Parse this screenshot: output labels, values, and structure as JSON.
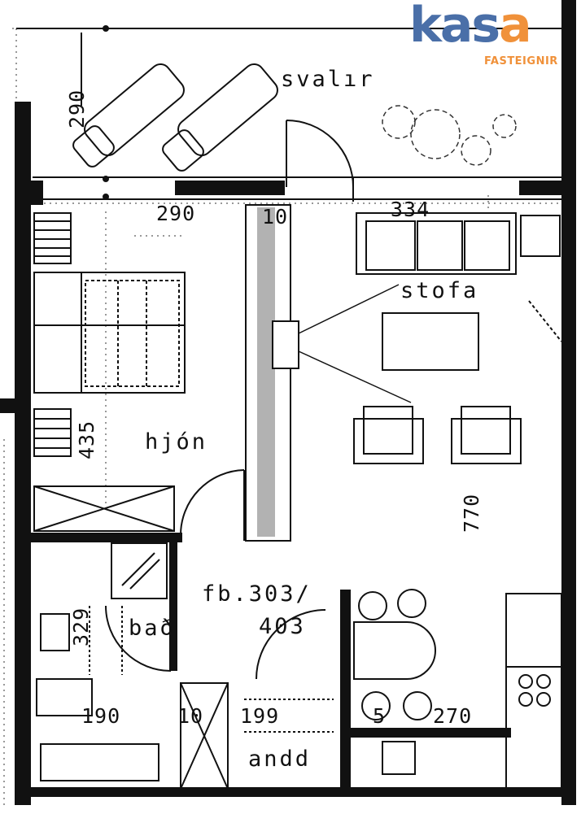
{
  "logo": {
    "brand_main": "kas",
    "brand_accent": "a",
    "tagline": "FASTEIGNIR",
    "brand_color": "#4a6fa8",
    "accent_color": "#f0913a"
  },
  "rooms": {
    "svalir": "svalır",
    "stofa": "stofa",
    "hjon": "hjón",
    "bad": "bað",
    "andd": "andd"
  },
  "dimensions": {
    "d290": "290",
    "d10a": "10",
    "d334": "334",
    "d435": "435",
    "d770": "770",
    "d329": "329",
    "d190": "190",
    "d10b": "10",
    "d199": "199",
    "d5": "5",
    "d270": "270",
    "d290v": "290"
  },
  "area": {
    "line1": "fb.303/",
    "line2": "403"
  },
  "colors": {
    "ink": "#111111",
    "paper": "#ffffff"
  }
}
